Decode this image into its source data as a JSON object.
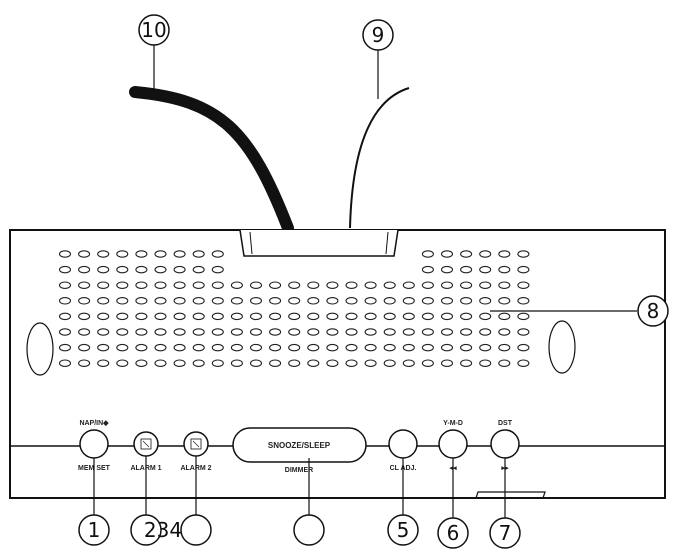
{
  "callouts": {
    "c1": "1",
    "c234": "234",
    "c5": "5",
    "c6": "6",
    "c7": "7",
    "c8": "8",
    "c9": "9",
    "c10": "10"
  },
  "buttons": {
    "nap_top": "NAP/IN◆",
    "nap_bottom": "MEM SET",
    "alarm1_bottom": "ALARM 1",
    "alarm2_bottom": "ALARM 2",
    "snooze_top": "SNOOZE/SLEEP",
    "snooze_bottom": "DIMMER",
    "cladj_bottom": "CL ADJ.",
    "ymd_top": "Y-M-D",
    "ymd_bottom": "◂◂",
    "dst_top": "DST",
    "dst_bottom": "▸▸"
  }
}
